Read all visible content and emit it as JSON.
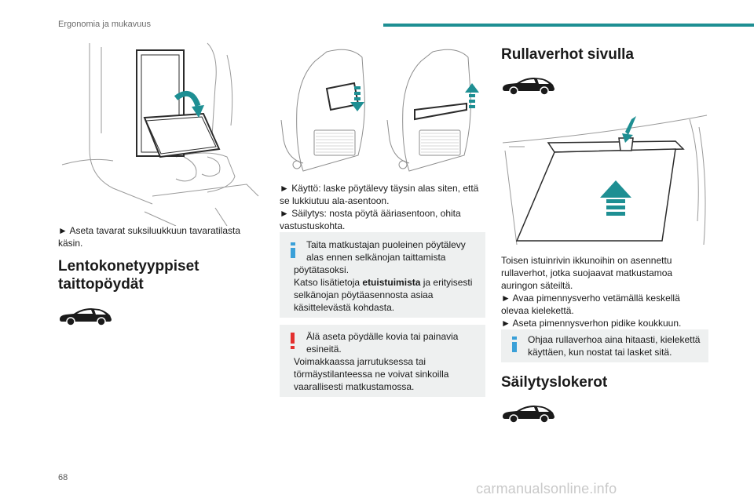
{
  "header": {
    "title": "Ergonomia ja mukavuus",
    "accent_color": "#1e8f93"
  },
  "page_number": "68",
  "watermark": "carmanualsonline.info",
  "col1": {
    "para1": "► Aseta tavarat suksiluukkuun tavaratilasta käsin.",
    "heading_line1": "Lentokonetyyppiset",
    "heading_line2": "taittopöydät",
    "car_icon": "car-silhouette-icon"
  },
  "col2": {
    "para1": "► Käyttö: laske pöytälevy täysin alas siten, että se lukkiutuu ala-asentoon.",
    "para2": "► Säilytys: nosta pöytä ääriasentoon, ohita vastustuskohta.",
    "info_note": {
      "line1": "Taita matkustajan puoleinen pöytälevy",
      "line2": "alas ennen selkänojan taittamista",
      "line3": "pöytätasoksi.",
      "line4_pre": "Katso lisätietoja ",
      "line4_bold": "etuistuimista",
      "line4_post": " ja erityisesti",
      "line5": "selkänojan pöytäasennosta asiaa",
      "line6": "käsittelevästä kohdasta.",
      "icon_color": "#3aa0d8"
    },
    "warn_note": {
      "line1": "Älä aseta pöydälle kovia tai painavia",
      "line2": "esineitä.",
      "line3": "Voimakkaassa jarrutuksessa tai",
      "line4": "törmäystilanteessa ne voivat sinkoilla",
      "line5": "vaarallisesti matkustamossa.",
      "icon_color": "#e3302f"
    }
  },
  "col3": {
    "heading1": "Rullaverhot sivulla",
    "car_icon": "car-silhouette-icon",
    "para_line1": "Toisen istuinrivin ikkunoihin on asennettu",
    "para_line2": "rullaverhot, jotka suojaavat matkustamoa",
    "para_line3": "auringon säteiltä.",
    "para_line4": "► Avaa pimennysverho vetämällä keskellä",
    "para_line5": "olevaa kielekettä.",
    "para_line6": "► Aseta pimennysverhon pidike koukkuun.",
    "info_note": {
      "line1": "Ohjaa rullaverhoa aina hitaasti, kielekettä",
      "line2": "käyttäen, kun nostat tai lasket sitä.",
      "icon_color": "#3aa0d8"
    },
    "heading2": "Säilytyslokerot"
  }
}
